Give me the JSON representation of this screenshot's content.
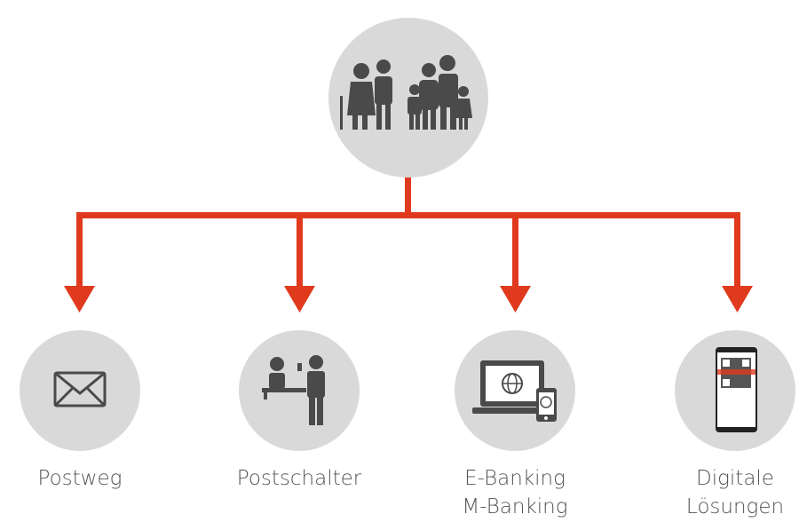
{
  "colors": {
    "arrow": "#e03a1e",
    "circle": "#d9d9d9",
    "icon": "#4a4a4a"
  },
  "root": {
    "icon": "family-icon"
  },
  "channels": [
    {
      "icon": "envelope-icon",
      "lines": [
        "Postweg"
      ]
    },
    {
      "icon": "counter-icon",
      "lines": [
        "Postschalter"
      ]
    },
    {
      "icon": "laptop-phone-icon",
      "lines": [
        "E-Banking",
        "M-Banking"
      ]
    },
    {
      "icon": "phone-qr-icon",
      "lines": [
        "Digitale",
        "Lösungen"
      ]
    }
  ]
}
